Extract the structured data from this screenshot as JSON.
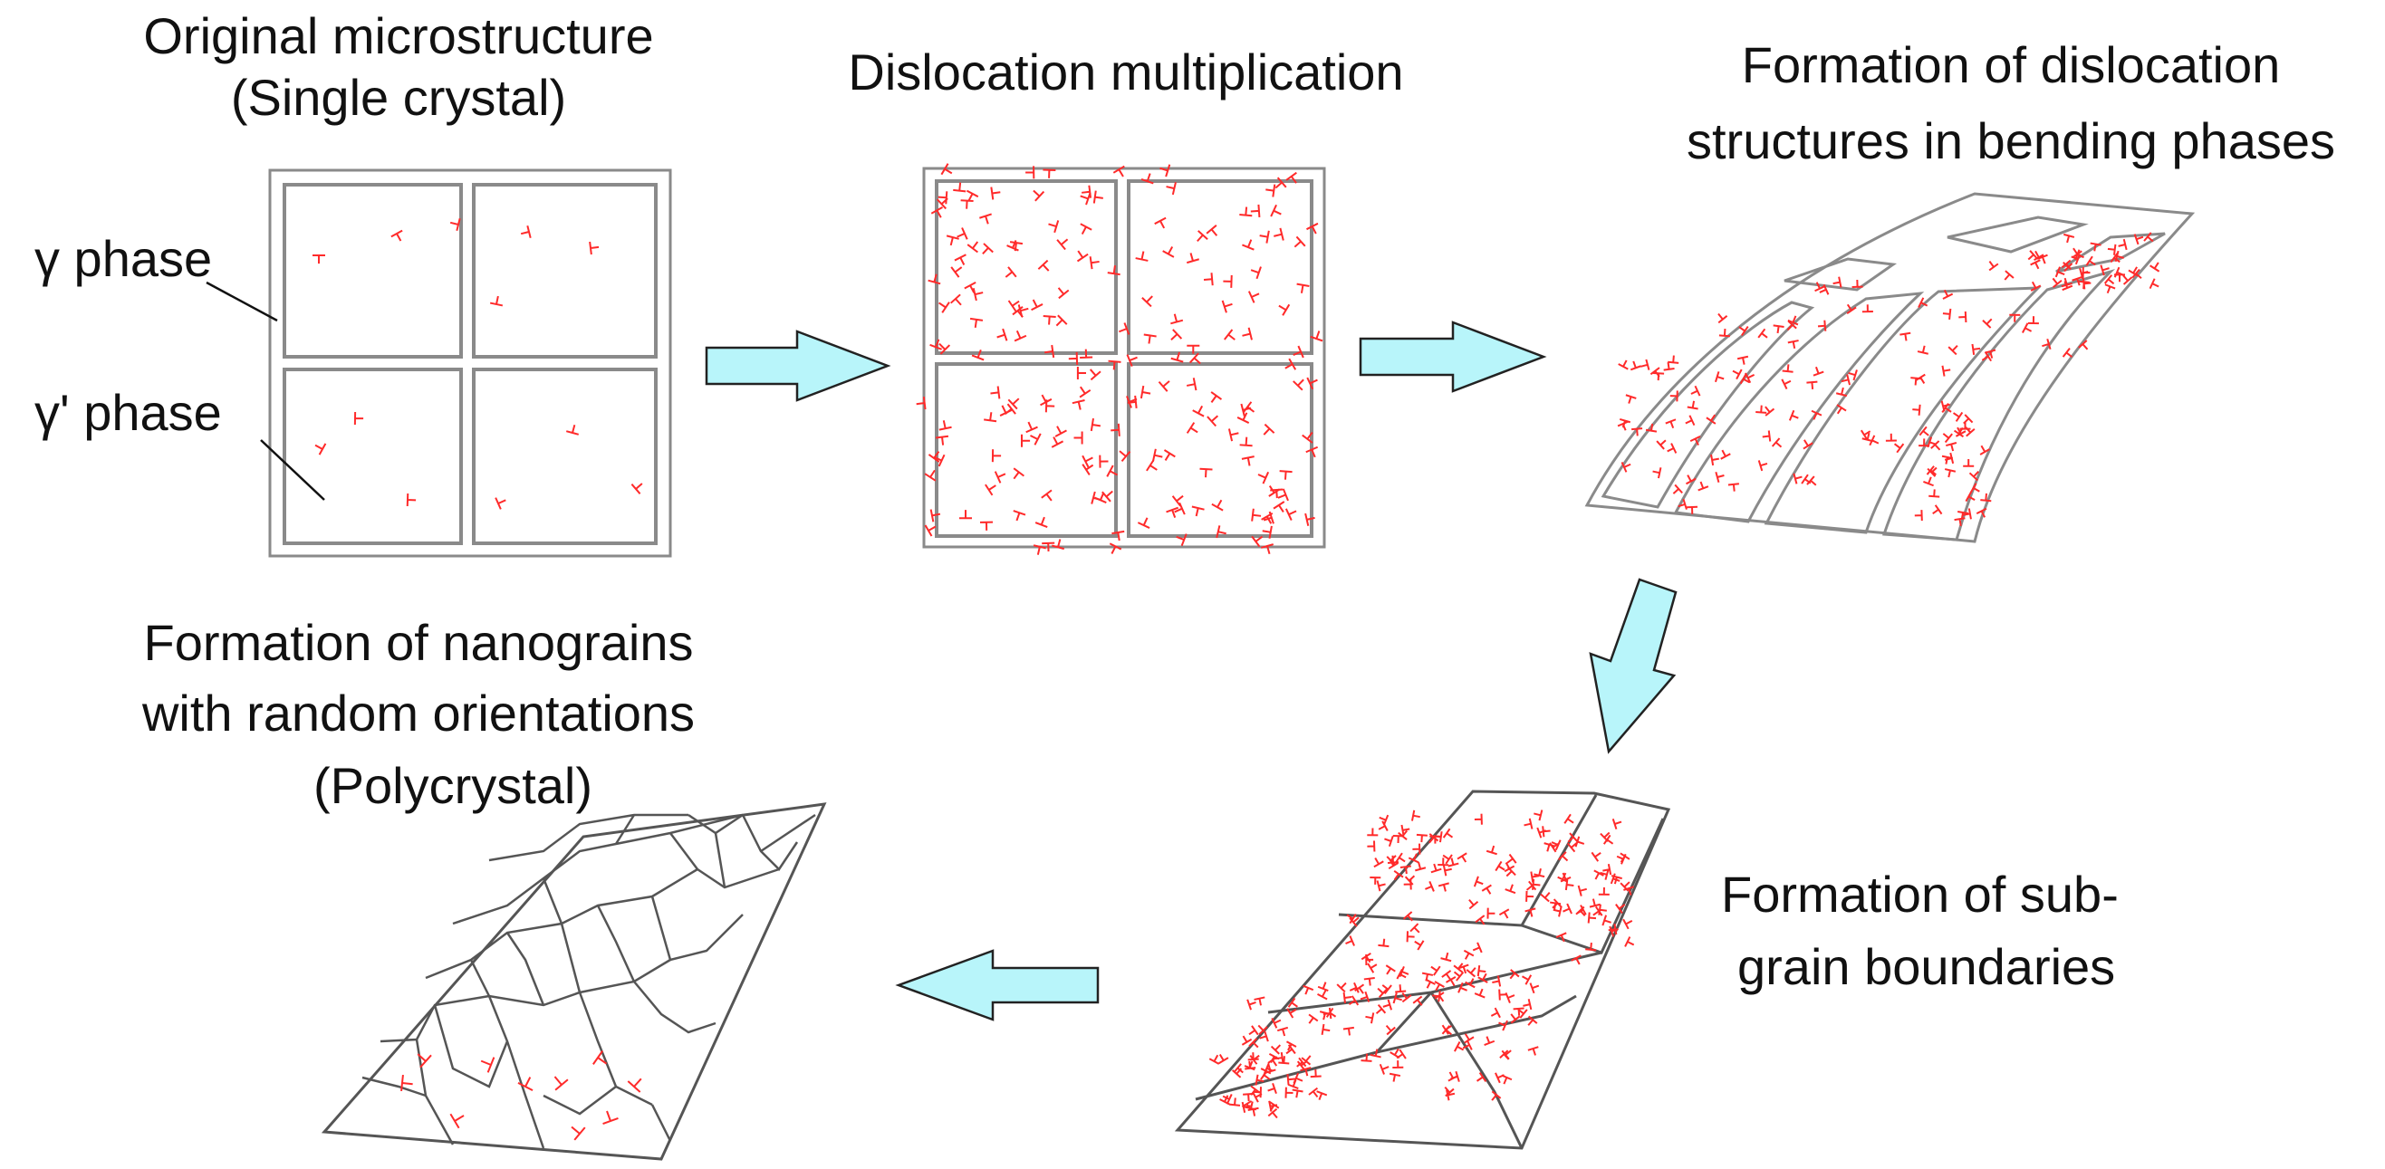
{
  "colors": {
    "outline": "#8a8a8a",
    "dislocation": "#ff2a2a",
    "arrow_fill": "#b8f5fa",
    "arrow_stroke": "#222222",
    "text": "#111111"
  },
  "stages": {
    "original": {
      "title_line1": "Original microstructure",
      "title_line2": "(Single crystal)",
      "label_gamma": "γ phase",
      "label_gamma_prime": "γ' phase"
    },
    "multiplication": {
      "title": "Dislocation multiplication"
    },
    "bending": {
      "title_line1": "Formation of dislocation",
      "title_line2": "structures in bending phases"
    },
    "subgrain": {
      "title_line1": "Formation of sub-",
      "title_line2": "grain boundaries"
    },
    "nanograins": {
      "title_line1": "Formation of nanograins",
      "title_line2": "with random orientations",
      "title_line3": "(Polycrystal)"
    }
  },
  "icons": {
    "arrow_right": "block-arrow-right-icon",
    "arrow_down": "block-arrow-down-icon",
    "arrow_left": "block-arrow-left-icon",
    "dislocation": "dislocation-symbol-icon"
  }
}
